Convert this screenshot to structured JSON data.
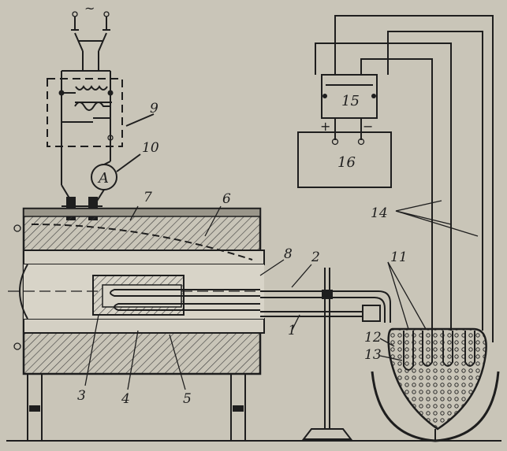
{
  "supply_symbol": "~",
  "ammeter_letter": "A",
  "terminals": {
    "plus": "+",
    "minus": "−"
  },
  "labels": {
    "l1": "1",
    "l2": "2",
    "l3": "3",
    "l4": "4",
    "l5": "5",
    "l6": "6",
    "l7": "7",
    "l8": "8",
    "l9": "9",
    "l10": "10",
    "l11": "11",
    "l12": "12",
    "l13": "13",
    "l14": "14",
    "l15": "15",
    "l16": "16"
  }
}
